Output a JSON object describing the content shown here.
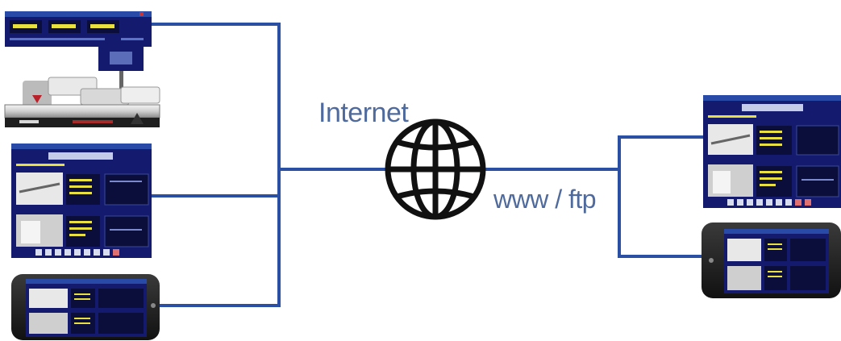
{
  "labels": {
    "internet": "Internet",
    "protocol": "www / ftp"
  },
  "colors": {
    "link": "#2b4fa3",
    "window_bg": "#141a6e",
    "window_title": "#2a4aa8",
    "readout": "#e8e040",
    "label": "#4f6a9c",
    "globe": "#111111"
  },
  "icons": {
    "globe": "globe-icon"
  },
  "devices": {
    "left": [
      "measuring-machine-station",
      "desktop-software-window",
      "smartphone-app"
    ],
    "right": [
      "desktop-software-window",
      "smartphone-app"
    ]
  }
}
